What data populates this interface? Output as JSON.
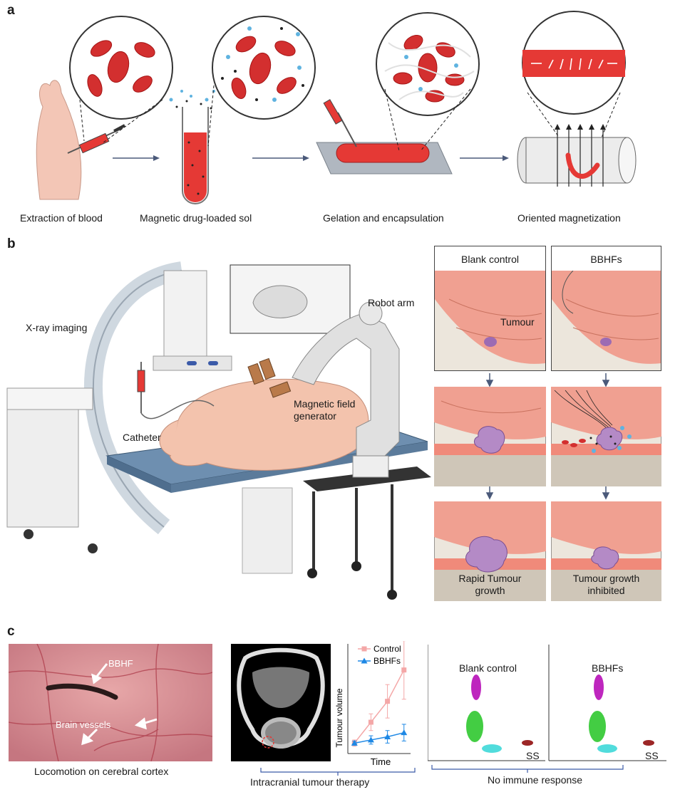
{
  "panels": {
    "a": "a",
    "b": "b",
    "c": "c"
  },
  "panel_a": {
    "steps": [
      "Extraction of blood",
      "Magnetic drug-loaded sol",
      "Gelation and encapsulation",
      "Oriented magnetization"
    ]
  },
  "panel_b": {
    "labels": {
      "xray": "X-ray imaging",
      "robot": "Robot arm",
      "catheter": "Catheter",
      "magnet_line1": "Magnetic field",
      "magnet_line2": "generator"
    },
    "columns": {
      "left_title": "Blank control",
      "right_title": "BBHFs",
      "tumour": "Tumour",
      "left_outcome_line1": "Rapid Tumour",
      "left_outcome_line2": "growth",
      "right_outcome_line1": "Tumour growth",
      "right_outcome_line2": "inhibited"
    }
  },
  "panel_c": {
    "photo_labels": {
      "bbhf": "BBHF",
      "vessels": "Brain vessels"
    },
    "captions": {
      "locomotion": "Locomotion on cerebral cortex",
      "therapy": "Intracranial tumour therapy",
      "immune": "No immune response"
    },
    "flow": {
      "left_title": "Blank control",
      "right_title": "BBHFs",
      "ss": "SS"
    }
  },
  "chart_data": {
    "type": "line",
    "xlabel": "Time",
    "ylabel": "Tumour volume",
    "legend_position": "top-left",
    "grid": false,
    "x": [
      1,
      2,
      3,
      4
    ],
    "series": [
      {
        "name": "Control",
        "color": "#f4a7a7",
        "marker": "square",
        "values": [
          0.1,
          0.3,
          0.5,
          0.8
        ],
        "errors": [
          0.03,
          0.08,
          0.16,
          0.28
        ]
      },
      {
        "name": "BBHFs",
        "color": "#1e88e5",
        "marker": "triangle",
        "values": [
          0.1,
          0.13,
          0.16,
          0.2
        ],
        "errors": [
          0.02,
          0.04,
          0.06,
          0.08
        ]
      }
    ],
    "ylim": [
      0,
      1.05
    ],
    "xlim": [
      0.6,
      4.4
    ]
  },
  "colors": {
    "blood": "#d32f2f",
    "tumour": "#9c6bb3",
    "brain": "#f0a091",
    "accent_blue": "#3b5aa8"
  }
}
